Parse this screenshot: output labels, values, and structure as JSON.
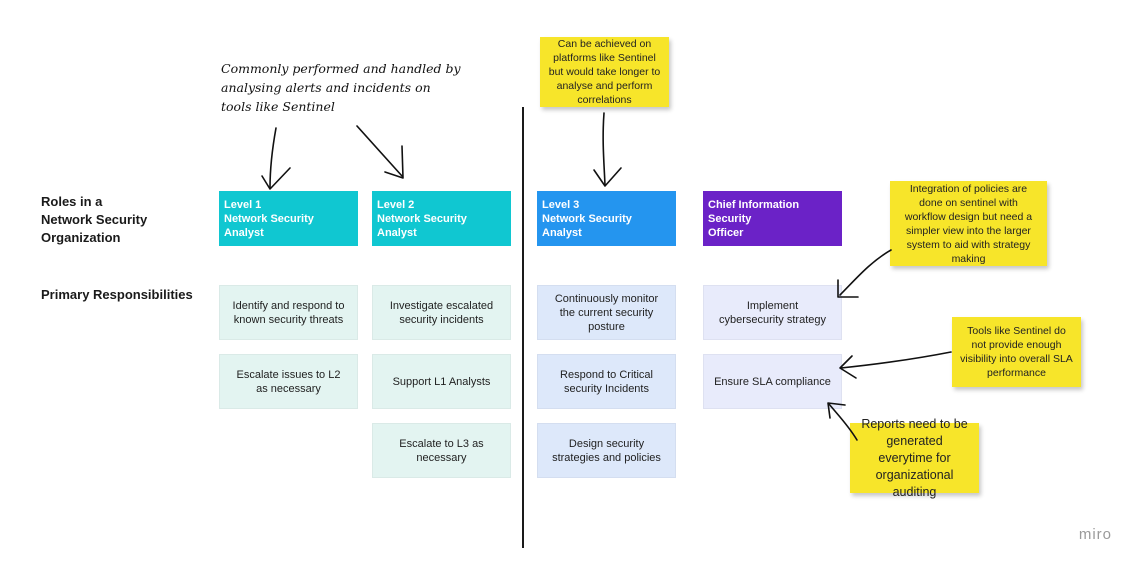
{
  "labels": {
    "roles_heading": "Roles in a Network Security Organization",
    "roles_lines": [
      "Roles in a",
      "Network Security",
      "Organization"
    ],
    "responsibilities_heading": "Primary Responsibilities"
  },
  "roles": [
    {
      "line1": "Level 1",
      "line2": "Network Security Analyst",
      "color": "#10c7d1"
    },
    {
      "line1": "Level 2",
      "line2": "Network Security Analyst",
      "color": "#10c7d1"
    },
    {
      "line1": "Level 3",
      "line2": "Network Security Analyst",
      "color": "#2495ef"
    },
    {
      "line1": "Chief Information Security",
      "line2": "Officer",
      "color": "#6b22c7"
    }
  ],
  "responsibilities": {
    "l1": [
      "Identify and respond to known security threats",
      "Escalate issues to L2 as necessary"
    ],
    "l2": [
      "Investigate escalated security incidents",
      "Support L1 Analysts",
      "Escalate to L3 as necessary"
    ],
    "l3": [
      "Continuously monitor the current security posture",
      "Respond to Critical security Incidents",
      "Design security strategies and policies"
    ],
    "ciso": [
      "Implement cybersecurity strategy",
      "Ensure SLA compliance"
    ]
  },
  "annotations": {
    "handwritten": "Commonly performed and handled by analysing alerts and incidents on tools like Sentinel",
    "handwritten_lines": [
      "Commonly performed and handled by",
      "analysing alerts and incidents on",
      "tools like Sentinel"
    ],
    "sticky_sentinel": "Can be achieved on platforms like Sentinel but would take longer to analyse and perform correlations",
    "sticky_policies": "Integration of policies are done on sentinel with workflow design but need a simpler view into the larger system to aid with strategy making",
    "sticky_sla": "Tools like Sentinel do not provide enough visibility into overall SLA performance",
    "sticky_reports": "Reports need to be generated everytime for organizational auditing"
  },
  "brand": "miro"
}
